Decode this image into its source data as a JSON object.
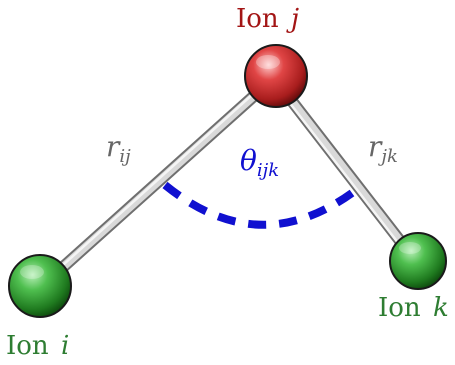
{
  "colors": {
    "ion_i": "#2e7d32",
    "ion_j": "#a31515",
    "ion_k": "#2e7d32",
    "bond": "#c8c8c8",
    "bond_label": "#666666",
    "angle": "#1010d0"
  },
  "ions": {
    "i": {
      "name": "Ion",
      "index": "i"
    },
    "j": {
      "name": "Ion",
      "index": "j"
    },
    "k": {
      "name": "Ion",
      "index": "k"
    }
  },
  "bonds": {
    "ij": {
      "symbol": "r",
      "subscript": "ij"
    },
    "jk": {
      "symbol": "r",
      "subscript": "jk"
    }
  },
  "angle": {
    "symbol": "θ",
    "subscript": "ijk"
  }
}
